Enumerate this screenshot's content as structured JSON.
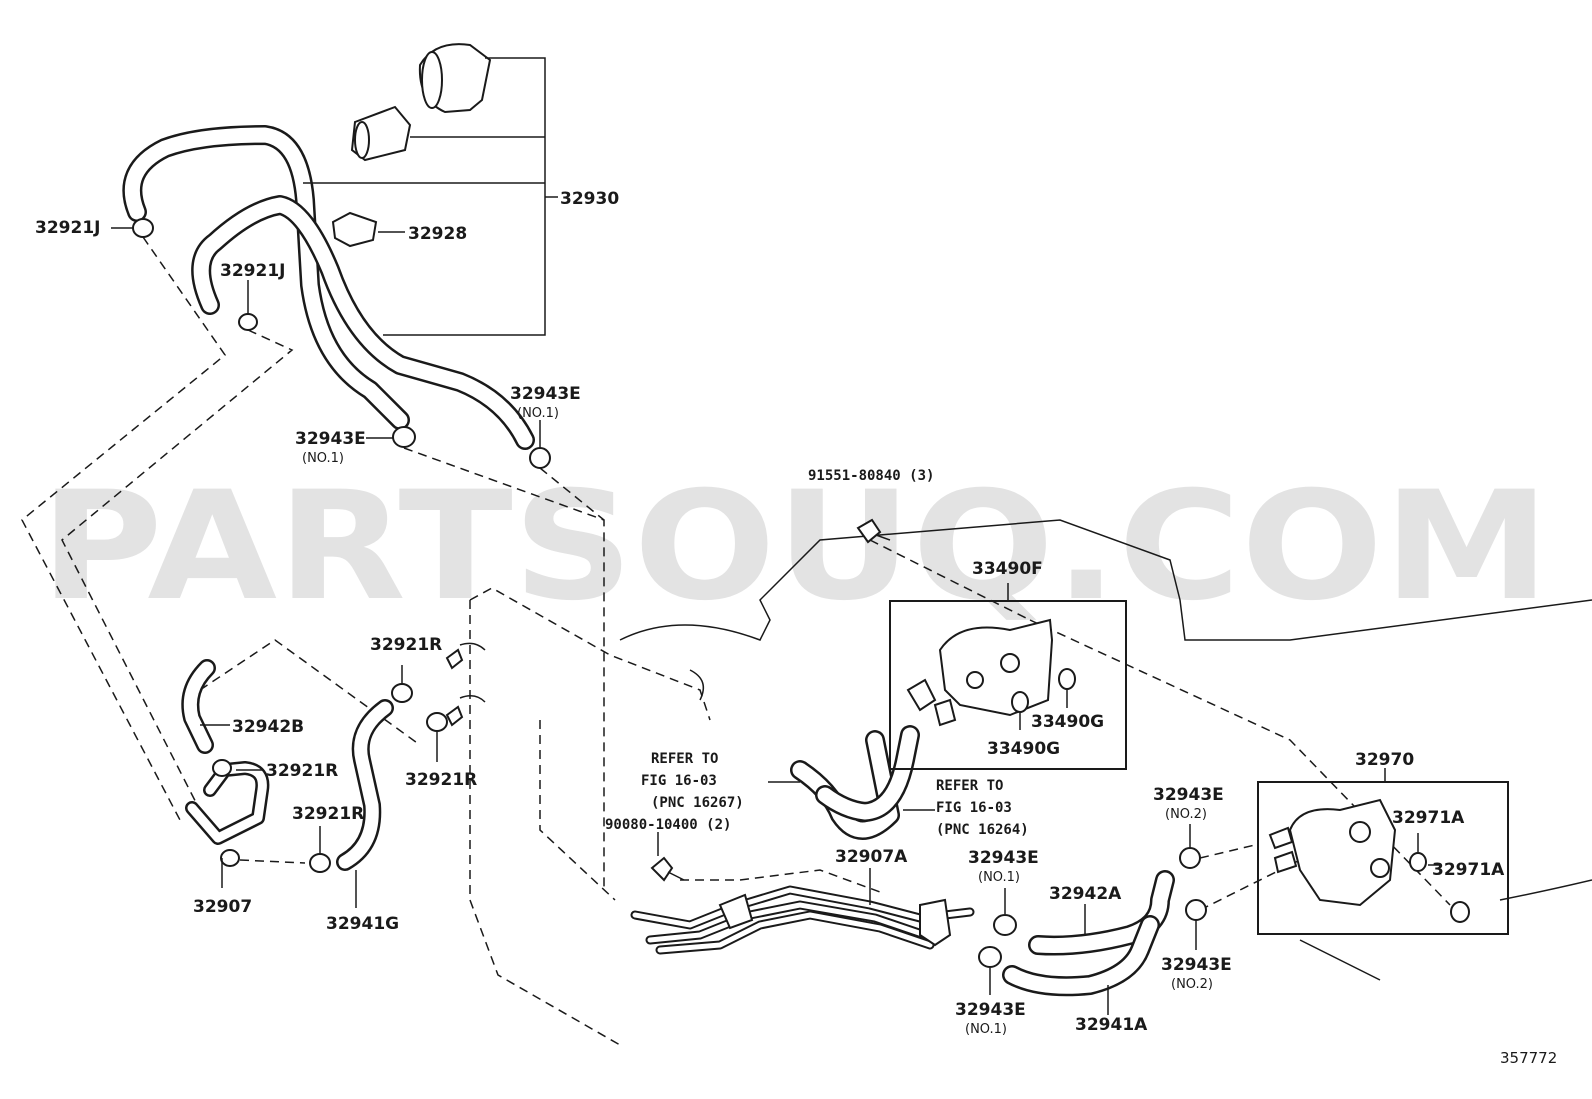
{
  "watermark": "PARTSOUQ.COM",
  "illustration_number": "357772",
  "callouts": {
    "p32930": "32930",
    "p32921J_a": "32921J",
    "p32921J_b": "32921J",
    "p32928": "32928",
    "p32943E_top_r": "32943E",
    "p32943E_top_r_sub": "(NO.1)",
    "p32943E_top_l": "32943E",
    "p32943E_top_l_sub": "(NO.1)",
    "p91551": "91551-80840 (3)",
    "p33490F": "33490F",
    "p33490G_a": "33490G",
    "p33490G_b": "33490G",
    "p32921R_a": "32921R",
    "p32921R_b": "32921R",
    "p32921R_c": "32921R",
    "p32921R_d": "32921R",
    "p32942B": "32942B",
    "p32907": "32907",
    "p32941G": "32941G",
    "ref1_l1": "REFER TO",
    "ref1_l2": "FIG 16-03",
    "ref1_l3": "(PNC 16267)",
    "ref2_l1": "REFER TO",
    "ref2_l2": "FIG 16-03",
    "ref2_l3": "(PNC 16264)",
    "p90080": "90080-10400 (2)",
    "p32907A": "32907A",
    "p32943E_mid": "32943E",
    "p32943E_mid_sub": "(NO.1)",
    "p32943E_low": "32943E",
    "p32943E_low_sub": "(NO.1)",
    "p32942A": "32942A",
    "p32941A": "32941A",
    "p32943E_no2_top": "32943E",
    "p32943E_no2_top_sub": "(NO.2)",
    "p32943E_no2_bot": "32943E",
    "p32943E_no2_bot_sub": "(NO.2)",
    "p32970": "32970",
    "p32971A_a": "32971A",
    "p32971A_b": "32971A"
  }
}
